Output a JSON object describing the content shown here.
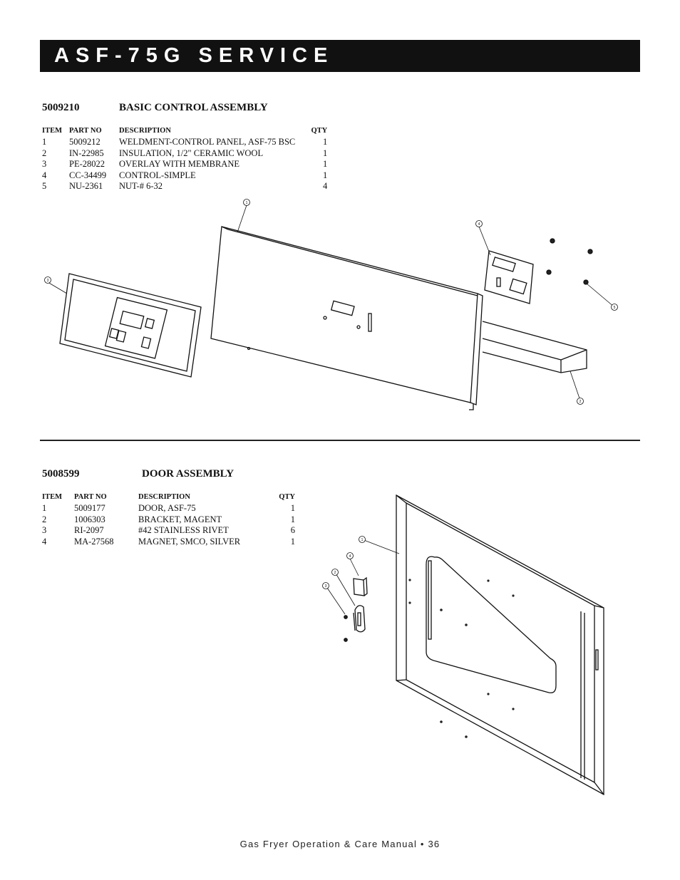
{
  "header": {
    "title": "ASF-75G SERVICE"
  },
  "sections": [
    {
      "part_no": "5009210",
      "name": "BASIC CONTROL ASSEMBLY",
      "columns": [
        "ITEM",
        "PART NO",
        "DESCRIPTION",
        "QTY"
      ],
      "rows": [
        [
          "1",
          "5009212",
          "WELDMENT-CONTROL PANEL, ASF-75 BSC",
          "1"
        ],
        [
          "2",
          "IN-22985",
          "INSULATION, 1/2\" CERAMIC WOOL",
          "1"
        ],
        [
          "3",
          "PE-28022",
          "OVERLAY WITH MEMBRANE",
          "1"
        ],
        [
          "4",
          "CC-34499",
          "CONTROL-SIMPLE",
          "1"
        ],
        [
          "5",
          "NU-2361",
          "NUT-# 6-32",
          "4"
        ]
      ],
      "callouts": [
        "1",
        "2",
        "3",
        "4",
        "5"
      ]
    },
    {
      "part_no": "5008599",
      "name": "DOOR ASSEMBLY",
      "columns": [
        "ITEM",
        "PART NO",
        "DESCRIPTION",
        "QTY"
      ],
      "rows": [
        [
          "1",
          "5009177",
          "DOOR, ASF-75",
          "1"
        ],
        [
          "2",
          "1006303",
          "BRACKET, MAGENT",
          "1"
        ],
        [
          "3",
          "RI-2097",
          "#42 STAINLESS RIVET",
          "6"
        ],
        [
          "4",
          "MA-27568",
          "MAGNET, SMCO, SILVER",
          "1"
        ]
      ],
      "callouts": [
        "1",
        "2",
        "3",
        "4"
      ]
    }
  ],
  "footer": {
    "text": "Gas Fryer Operation & Care Manual • 36"
  }
}
